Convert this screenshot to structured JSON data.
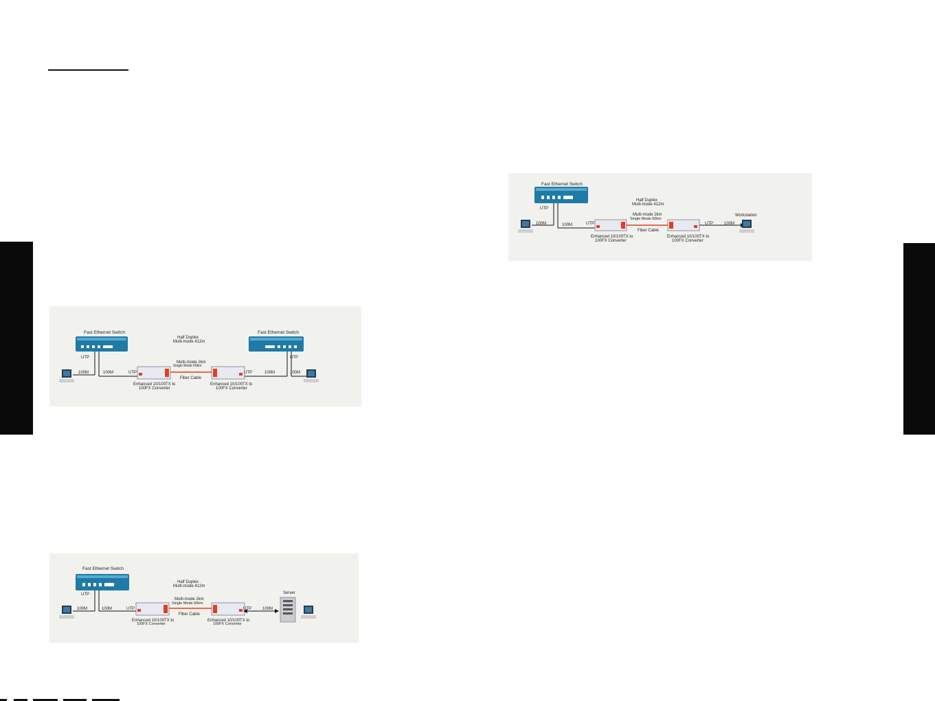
{
  "diagram_top": {
    "switch_label": "Fast Ethernet Switch",
    "duplex_line1": "Half Duplex",
    "duplex_line2": "Multi-mode 412m",
    "utp_switch": "UTP",
    "speed_pc": "100M",
    "speed_switch": "100M",
    "utp_conv1": "UTP",
    "fiber_line1": "Multi-mode 2km",
    "fiber_line2": "Single Mode 60km",
    "fiber_cable": "Fiber Cable",
    "conv1_line1": "Enhanced 10/100TX to",
    "conv1_line2": "100FX Converter",
    "conv2_line1": "Enhanced 10/100TX to",
    "conv2_line2": "100FX Converter",
    "utp_conv2": "UTP",
    "speed_ws": "100M",
    "workstation_label": "Workstation"
  },
  "diagram_middle": {
    "switch1_label": "Fast Ethernet Switch",
    "switch2_label": "Fast Ethernet Switch",
    "duplex_line1": "Half Duplex",
    "duplex_line2": "Multi-mode 412m",
    "utp_switch1": "UTP",
    "utp_switch2": "UTP",
    "speed_pc1": "100M",
    "speed_switch1": "100M",
    "utp_conv1": "UTP",
    "fiber_line1": "Multi-mode 2km",
    "fiber_line2": "Single Mode 60km",
    "fiber_cable": "Fiber Cable",
    "utp_conv2": "UTP",
    "speed_switch2": "100M",
    "speed_pc2": "100M",
    "conv1_line1": "Enhanced 10/100TX to",
    "conv1_line2": "100FX Converter",
    "conv2_line1": "Enhanced 10/100TX to",
    "conv2_line2": "100FX Converter"
  },
  "diagram_bottom": {
    "switch_label": "Fast Ethernet Switch",
    "duplex_line1": "Half Duplex",
    "duplex_line2": "Multi-mode 412m",
    "utp_switch": "UTP",
    "speed_pc": "100M",
    "speed_switch": "100M",
    "utp_conv1": "UTP",
    "fiber_line1": "Multi-mode 2km",
    "fiber_line2": "Single Mode 60km",
    "fiber_cable": "Fiber Cable",
    "utp_conv2": "UTP",
    "speed_server": "100M",
    "server_label": "Server",
    "conv1_line1": "Enhanced 10/100TX to",
    "conv1_line2": "100FX Converter",
    "conv2_line1": "Enhanced 10/100TX to",
    "conv2_line2": "100FX Converter"
  },
  "colors": {
    "switch_body": "#1f7aa6",
    "switch_top": "#5aa9cf",
    "converter_body": "#e9e9f2",
    "port_red": "#e0401e",
    "fiber_orange": "#e0401e",
    "side_tab": "#0a0a0a"
  }
}
